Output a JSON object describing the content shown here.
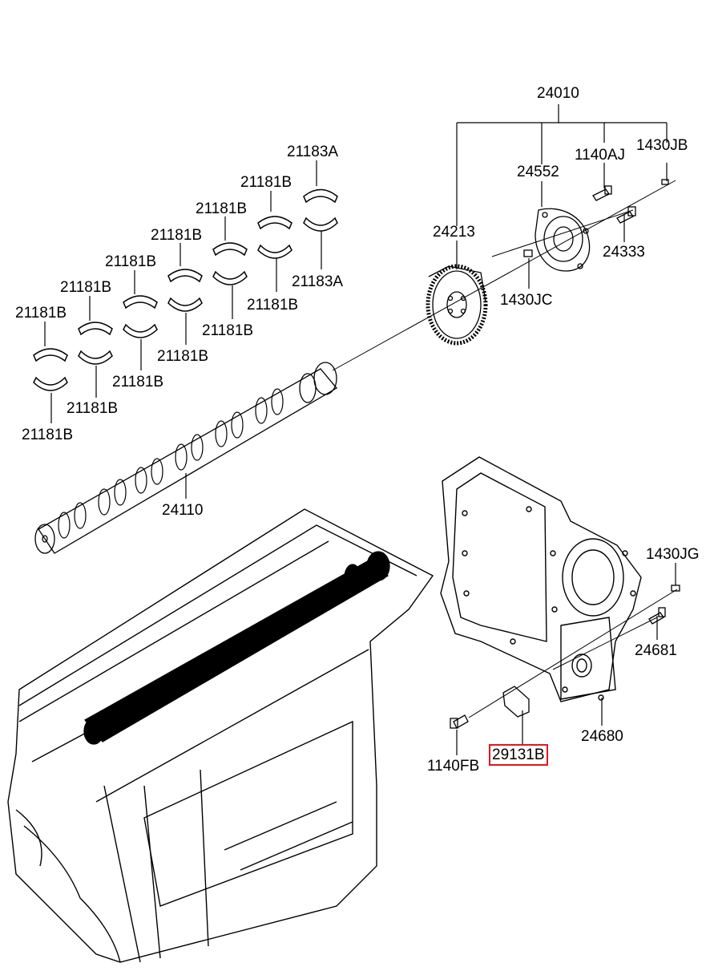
{
  "diagram": {
    "highlight_color": "#e0171f",
    "labels": {
      "timing_gear_assy": "24010",
      "bolt_1140aj": "1140AJ",
      "pin_1430jb": "1430JB",
      "plate_24552": "24552",
      "gear_24213": "24213",
      "bolt_24333": "24333",
      "pin_1430jc": "1430JC",
      "bearing_upper_a": "21183A",
      "bearing_lower_a": "21183A",
      "bearing_b": "21181B",
      "camshaft": "24110",
      "pin_1430jg": "1430JG",
      "bolt_24681": "24681",
      "cover_24680": "24680",
      "gasket_29131b": "29131B",
      "bolt_1140fb": "1140FB"
    }
  }
}
